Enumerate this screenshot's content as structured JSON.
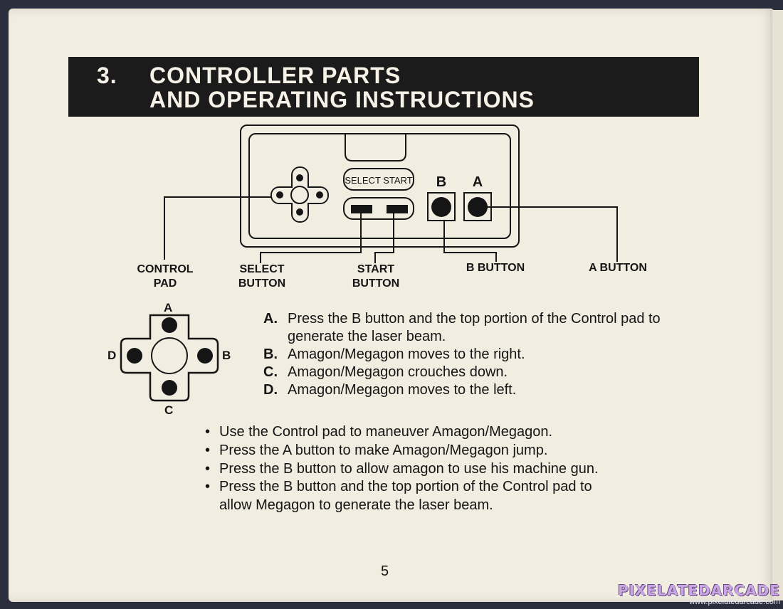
{
  "header": {
    "number": "3.",
    "line1": "CONTROLLER PARTS",
    "line2": "AND OPERATING INSTRUCTIONS"
  },
  "controller": {
    "select_start_label": "SELECT START",
    "b_label": "B",
    "a_label": "A",
    "callouts": {
      "control_pad": "CONTROL\nPAD",
      "select_button": "SELECT\nBUTTON",
      "start_button": "START\nBUTTON",
      "b_button": "B BUTTON",
      "a_button": "A BUTTON"
    }
  },
  "dpad": {
    "top": "A",
    "right": "B",
    "bottom": "C",
    "left": "D"
  },
  "directions": [
    {
      "key": "A.",
      "text": "Press the B button and the top portion of the Control pad to generate the laser beam."
    },
    {
      "key": "B.",
      "text": "Amagon/Megagon moves to the right."
    },
    {
      "key": "C.",
      "text": "Amagon/Megagon crouches down."
    },
    {
      "key": "D.",
      "text": "Amagon/Megagon moves to the left."
    }
  ],
  "instructions": [
    "Use the Control pad to maneuver Amagon/Megagon.",
    "Press the A button to make Amagon/Megagon  jump.",
    "Press the B button to allow amagon to use his machine gun.",
    "Press the B button and the top portion of the Control pad to allow Megagon to generate the laser beam."
  ],
  "page_number": "5",
  "watermark": {
    "name": "PIXELATEDARCADE",
    "url": "www.pixelatedarcade.com"
  }
}
